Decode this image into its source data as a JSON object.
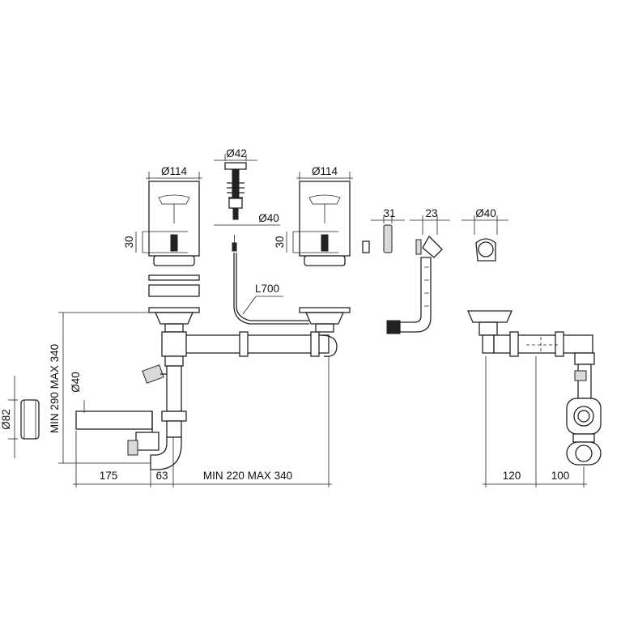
{
  "labels": {
    "d114_left": "Ø114",
    "d42": "Ø42",
    "d114_right": "Ø114",
    "d40_plug": "Ø40",
    "d31": "31",
    "d23": "23",
    "d40_right": "Ø40",
    "d30_left": "30",
    "d30_right": "30",
    "l700": "L700",
    "d40_side": "Ø40",
    "d82": "Ø82",
    "min290": "MIN 290 MAX 340",
    "d175": "175",
    "d63": "63",
    "min220": "MIN 220 MAX 340",
    "d120": "120",
    "d100": "100"
  }
}
